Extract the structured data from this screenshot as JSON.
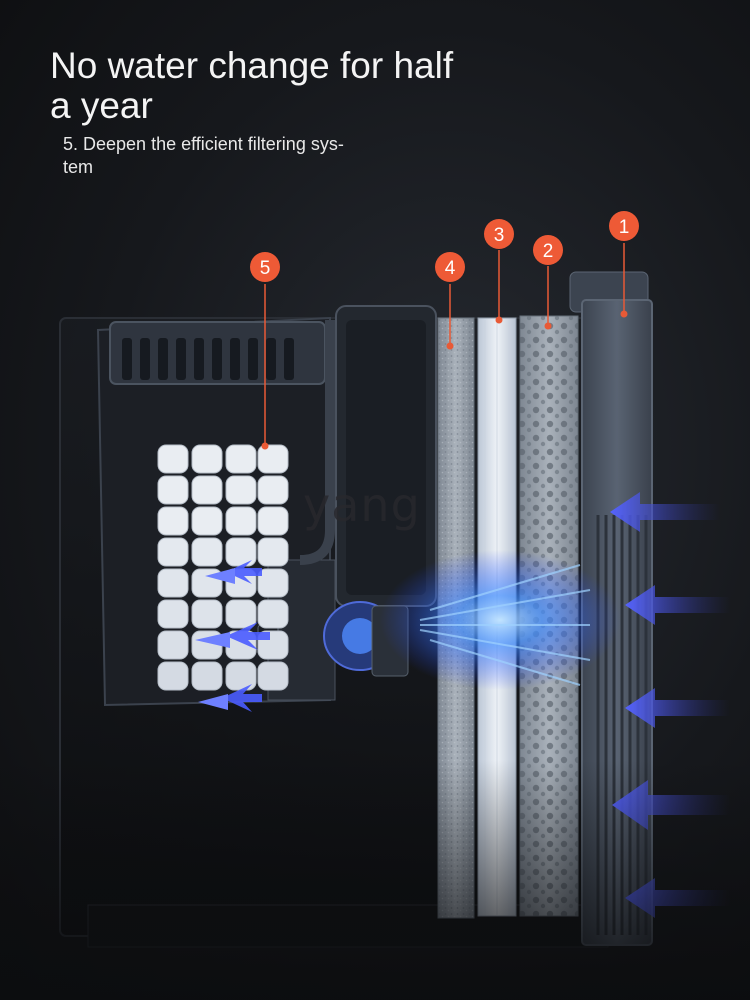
{
  "headline": "No water change for half a year",
  "subline": "5. Deepen the efficient filtering sys-\ntem",
  "watermark": "yang",
  "callouts": [
    "1",
    "2",
    "3",
    "4",
    "5"
  ],
  "colors": {
    "badge": "#ee5a36",
    "flow_arrow": "#4a56e8",
    "background": "#16181c",
    "sponge": "#9aa3ad",
    "housing": "#4a5461"
  }
}
